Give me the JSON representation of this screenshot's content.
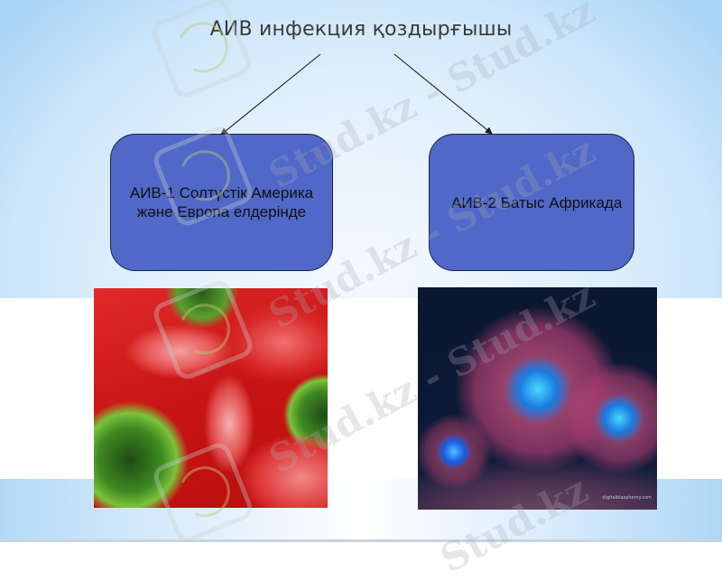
{
  "slide": {
    "title": "АИВ инфекция қоздырғышы",
    "colors": {
      "box_fill": "#5068c8",
      "box_border": "#1d2440",
      "title_text": "#3a3a3a",
      "arrow": "#1a1a1a"
    }
  },
  "diagram": {
    "root": "АИВ инфекция қоздырғышы",
    "nodes": [
      {
        "id": "hiv1",
        "lines": [
          "АИВ-1 Солтүстік Америка",
          "және Европа елдерінде"
        ]
      },
      {
        "id": "hiv2",
        "lines": [
          "АИВ-2 Батыс Африкада"
        ]
      }
    ],
    "edges": [
      {
        "from": "root",
        "to": "hiv1"
      },
      {
        "from": "root",
        "to": "hiv2"
      }
    ]
  },
  "images": {
    "left": {
      "icon": "hiv-virus-red-blood-cells-image"
    },
    "right": {
      "icon": "hiv-virus-particles-image",
      "credit": "digitalblasphemy.com"
    }
  },
  "watermark": {
    "text": "Stud.kz - Stud.kz",
    "short": "Stud.kz"
  }
}
